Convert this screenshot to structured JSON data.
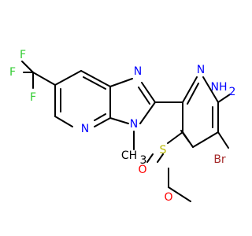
{
  "molecule": {
    "colors": {
      "carbon": "#000000",
      "nitrogen": "#0000ff",
      "oxygen": "#ff0000",
      "sulfur": "#b8b800",
      "fluorine": "#33cc33",
      "bromine": "#a52a2a"
    },
    "labels": {
      "f_top": "F",
      "f_left": "F",
      "f_bottom": "F",
      "n_imid_top": "N",
      "n_pyr_fused": "N",
      "n_imid_methyl": "N",
      "methyl": "CH",
      "methyl_sub": "3",
      "n_pyridine": "N",
      "amine": "NH",
      "amine_sub": "2",
      "bromine": "Br",
      "sulfur": "S",
      "o_left": "O",
      "o_top": "O"
    }
  }
}
